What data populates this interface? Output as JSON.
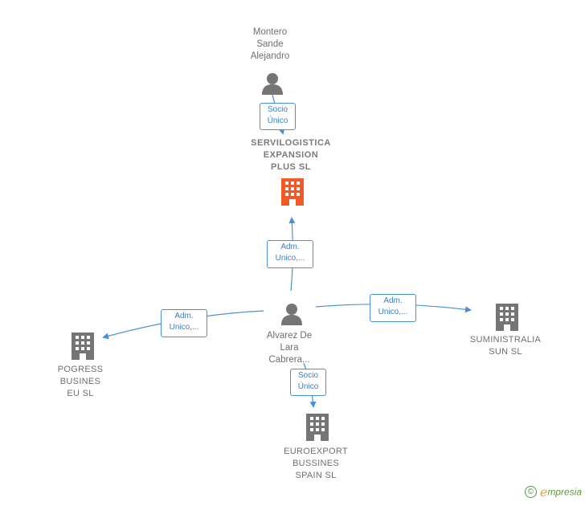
{
  "nodes": {
    "person_top": {
      "label": "Montero\nSande\nAlejandro",
      "icon": "person-icon"
    },
    "company_main": {
      "label": "SERVILOGISTICA\nEXPANSION\nPLUS  SL",
      "icon": "building-icon",
      "color": "#f05a28"
    },
    "person_center": {
      "label": "Alvarez De\nLara\nCabrera...",
      "icon": "person-icon"
    },
    "company_left": {
      "label": "POGRESS\nBUSINES\nEU  SL",
      "icon": "building-icon"
    },
    "company_right": {
      "label": "SUMINISTRALIA\nSUN  SL",
      "icon": "building-icon"
    },
    "company_bottom": {
      "label": "EUROEXPORT\nBUSSINES\nSPAIN  SL",
      "icon": "building-icon"
    }
  },
  "edges": {
    "top_to_main": "Socio\nÚnico",
    "center_to_main": "Adm.\nUnico,...",
    "center_to_left": "Adm.\nUnico,...",
    "center_to_right": "Adm.\nUnico,...",
    "center_to_bottom": "Socio\nÚnico"
  },
  "colors": {
    "edge": "#4a90d9",
    "icon_gray": "#757575",
    "icon_main": "#f05a28"
  },
  "brand": {
    "copyright": "©",
    "logo_initial": "e",
    "logo_rest": "mpresia"
  }
}
